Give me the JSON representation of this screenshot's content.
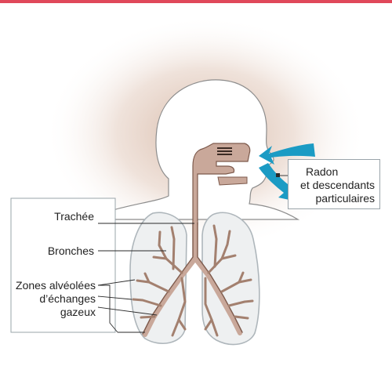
{
  "labels": {
    "trachee": "Trachée",
    "bronches": "Bronches",
    "zones_line1": "Zones alvéolées",
    "zones_line2": "d’échanges",
    "zones_line3": "gazeux",
    "radon_line1": "Radon",
    "radon_line2": "et descendants",
    "radon_line3": "particulaires"
  },
  "colors": {
    "accent_rule": "#e0485a",
    "airway_fill": "#c9a89a",
    "airway_stroke": "#7d5a4c",
    "airflow_arrow": "#1b9bc4",
    "halo": "#c9a088",
    "lung_fill": "#eef0f1",
    "lung_stroke": "#aeb6bb"
  }
}
